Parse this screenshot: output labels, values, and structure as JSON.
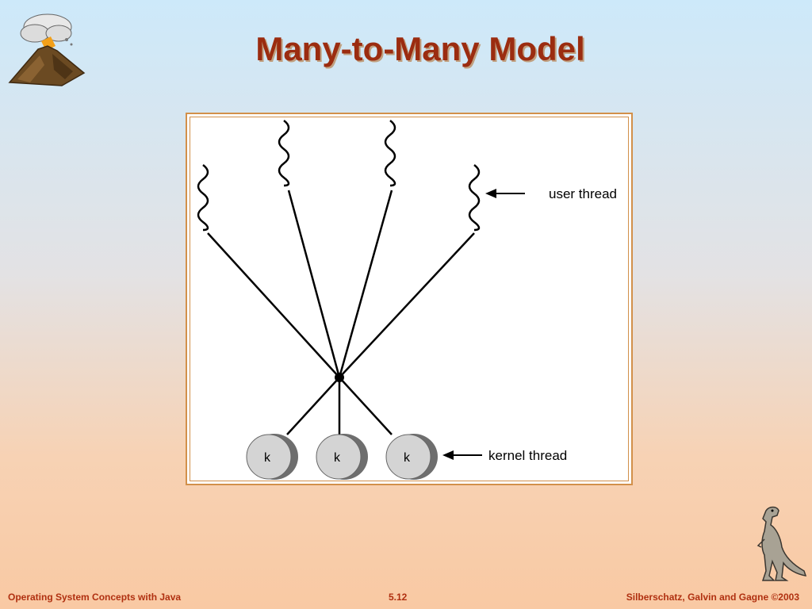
{
  "slide": {
    "title": "Many-to-Many Model"
  },
  "diagram": {
    "user_thread_label": "user thread",
    "kernel_thread_label": "kernel thread",
    "kernel_labels": [
      "k",
      "k",
      "k"
    ]
  },
  "footer": {
    "left": "Operating System Concepts with Java",
    "center": "5.12",
    "right": "Silberschatz, Galvin and Gagne ©2003"
  },
  "colors": {
    "title": "#9b2c10",
    "footer": "#b03010",
    "frame_border": "#d2904a"
  },
  "icons": [
    "volcano-logo-icon",
    "dinosaur-logo-icon"
  ]
}
